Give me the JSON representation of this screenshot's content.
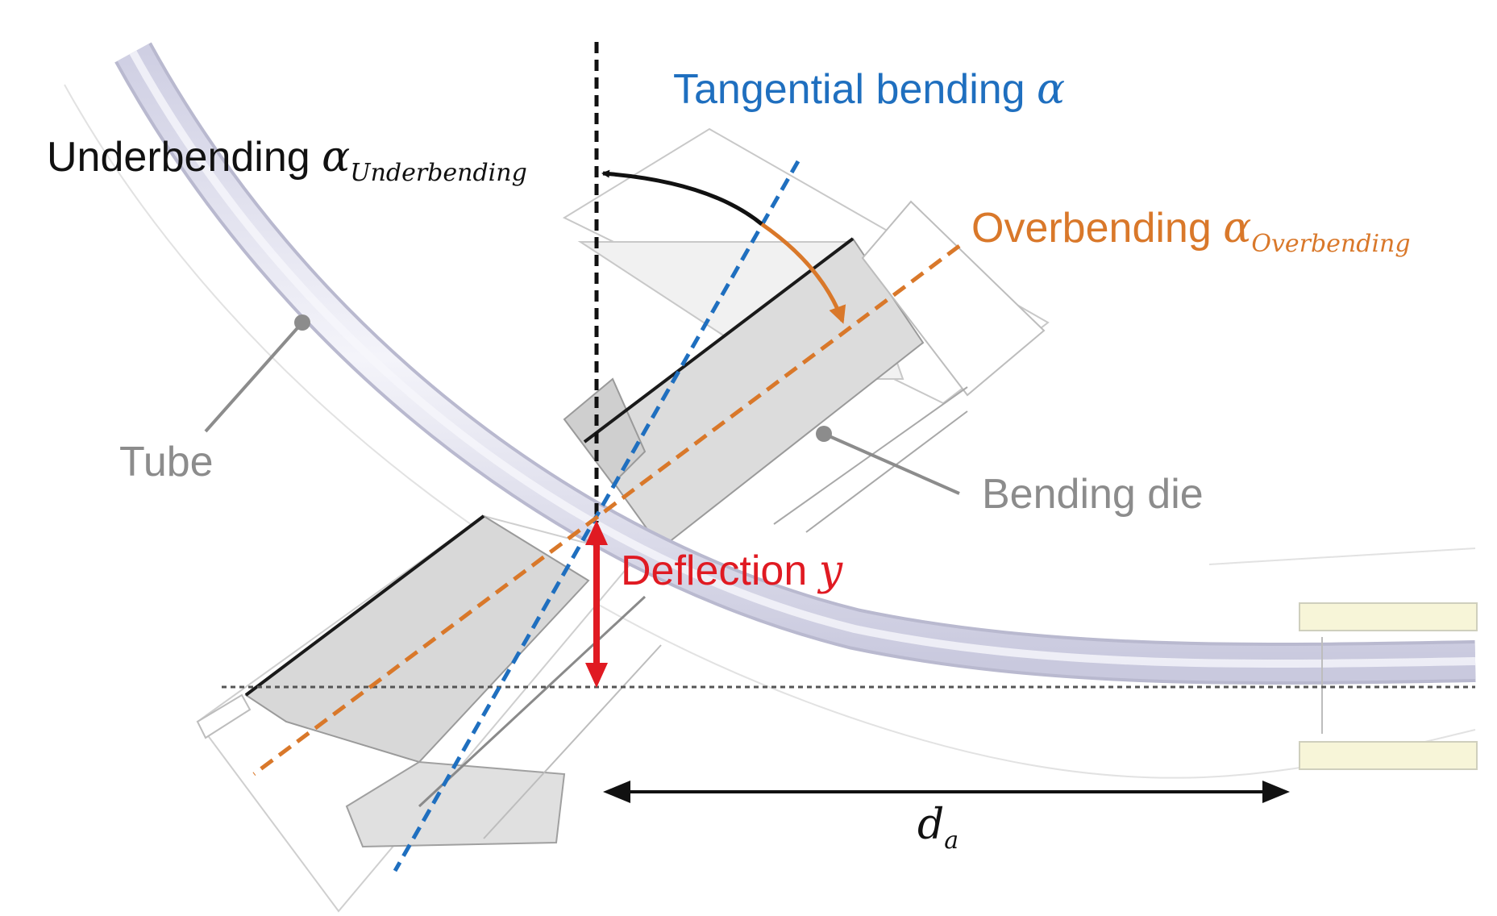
{
  "labels": {
    "tube": "Tube",
    "bending_die": "Bending die",
    "tangential_bending": "Tangential bending",
    "tangential_symbol": "α",
    "underbending": "Underbending",
    "underbending_symbol": "α",
    "underbending_sub": "Underbending",
    "overbending": "Overbending",
    "overbending_symbol": "α",
    "overbending_sub": "Overbending",
    "deflection": "Deflection",
    "deflection_symbol": "y",
    "distance_symbol": "d",
    "distance_sub": "a"
  },
  "colors": {
    "tangential": "#1f6fbf",
    "overbending": "#d9782a",
    "deflection": "#e01a22",
    "underbending": "#111111",
    "callout_gray": "#8c8c8c",
    "die_fill": "#dcdcdc",
    "tube_fill": "#e4e4f0",
    "guide_fill": "#f7f5d8"
  }
}
